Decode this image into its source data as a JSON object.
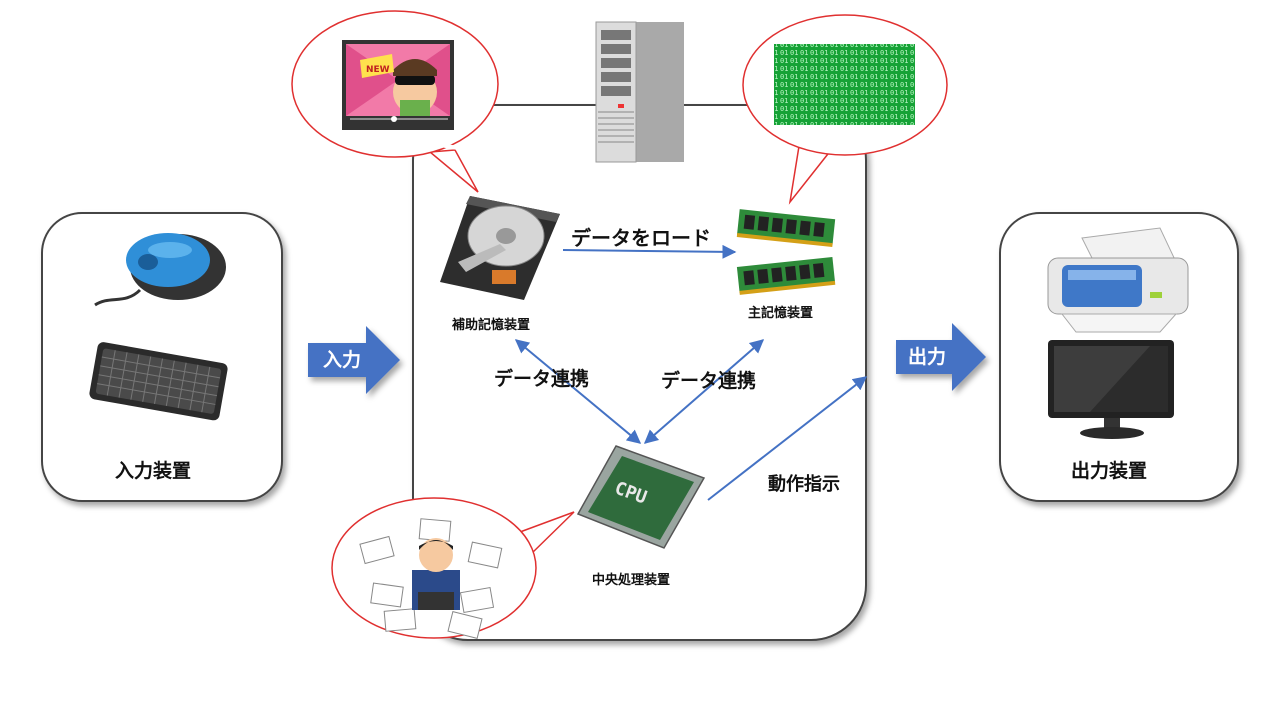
{
  "input": {
    "label": "入力装置",
    "arrow_label": "入力",
    "icons": [
      "mouse-icon",
      "keyboard-icon"
    ]
  },
  "output": {
    "label": "出力装置",
    "arrow_label": "出力",
    "icons": [
      "printer-icon",
      "monitor-icon"
    ]
  },
  "computer": {
    "icon": "server-tower-icon",
    "storage": {
      "label": "補助記憶装置",
      "icon": "hard-disk-icon",
      "bubble_icon": "video-player-icon"
    },
    "memory": {
      "label": "主記憶装置",
      "icon": "memory-module-icon",
      "bubble_icon": "binary-data-icon"
    },
    "cpu": {
      "label": "中央処理装置",
      "icon": "cpu-chip-icon",
      "bubble_icon": "busy-worker-icon",
      "chip_text": "CPU"
    },
    "load_label": "データをロード",
    "link_left_label": "データ連携",
    "link_right_label": "データ連携",
    "instruct_label": "動作指示"
  },
  "colors": {
    "arrow_blue": "#4472c4",
    "bubble_red": "#e03030",
    "box_border": "#444444",
    "binary_green": "#1aa33a"
  }
}
